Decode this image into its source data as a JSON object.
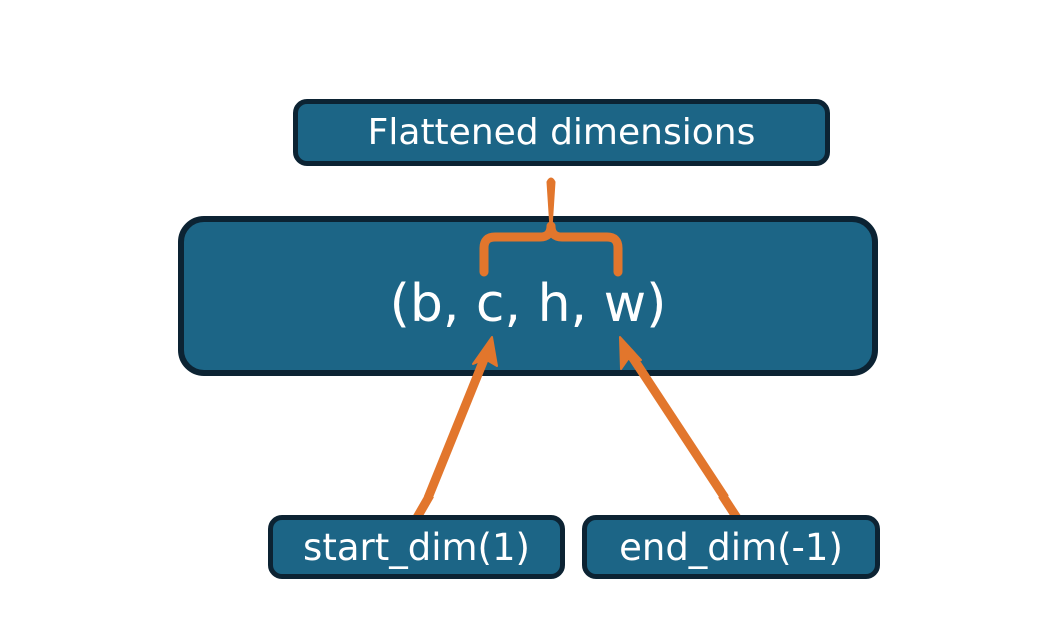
{
  "diagram": {
    "title": "Flatten dimensions diagram",
    "background_color": "#ffffff",
    "node_fill_color": "#1C6586",
    "node_border_color": "#0C2333",
    "node_text_color": "#ffffff",
    "annotation_color": "#E2762C",
    "nodes": {
      "flattened": {
        "label": "Flattened dimensions"
      },
      "shape": {
        "label": "(b, c, h, w)"
      },
      "start_dim": {
        "label": "start_dim(1)"
      },
      "end_dim": {
        "label": "end_dim(-1)"
      }
    },
    "annotations": {
      "brace": {
        "name": "curly-brace-grouping-c-h-w",
        "points_to": "Flattened dimensions"
      },
      "arrow_left": {
        "name": "arrow-start-dim-to-c",
        "from": "start_dim(1)",
        "to": "c"
      },
      "arrow_right": {
        "name": "arrow-end-dim-to-w",
        "from": "end_dim(-1)",
        "to": "w"
      }
    }
  }
}
